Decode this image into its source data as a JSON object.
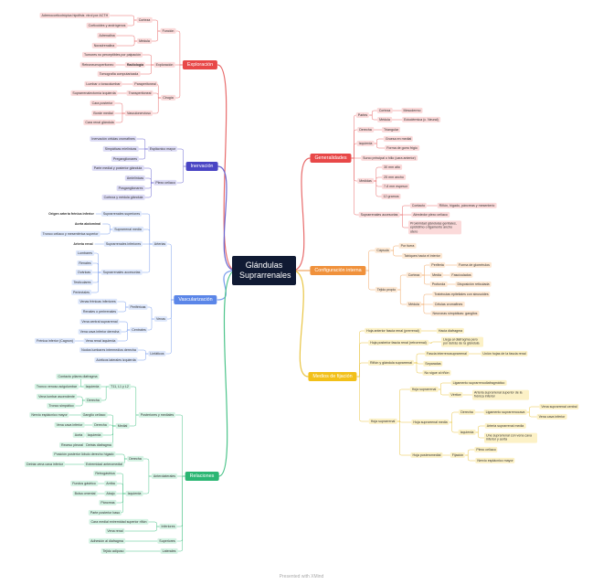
{
  "theme": {
    "root_color": "#101a33",
    "branches": {
      "red": {
        "main": "#e84848",
        "light": "#fbdada",
        "line": "#e86b6b"
      },
      "indigo": {
        "main": "#4a45c4",
        "light": "#dcdbf5",
        "line": "#6b67d0"
      },
      "blue": {
        "main": "#5b86e8",
        "light": "#dde7fb",
        "line": "#7da0ee"
      },
      "orange": {
        "main": "#f0913b",
        "light": "#fde8d3",
        "line": "#f0a766"
      },
      "yellow": {
        "main": "#f2c019",
        "light": "#fcf1c6",
        "line": "#e9c544"
      },
      "green": {
        "main": "#2bb673",
        "light": "#d4f2e3",
        "line": "#4cc48a"
      }
    }
  },
  "footer": "Presented with XMind",
  "nodes": [
    {
      "id": "root",
      "t": "Glándulas Suprarrenales",
      "type": "root"
    },
    {
      "id": "exp",
      "t": "Exploración",
      "type": "branch",
      "c": "red"
    },
    {
      "id": "fun",
      "t": "Función",
      "p": "exp",
      "c": "red"
    },
    {
      "id": "cor",
      "t": "Corteza",
      "p": "fun",
      "c": "red"
    },
    {
      "id": "cor1",
      "t": "Control por ACTH",
      "p": "cor",
      "c": "red"
    },
    {
      "id": "cor1a",
      "t": "Adrenocorticotrópica hipófisis",
      "p": "cor1",
      "c": "red"
    },
    {
      "id": "cor2",
      "t": "Corticoides y andrógenos",
      "p": "cor",
      "c": "red"
    },
    {
      "id": "med",
      "t": "Médula",
      "p": "fun",
      "c": "red"
    },
    {
      "id": "med1",
      "t": "Adrenalina",
      "p": "med",
      "c": "red"
    },
    {
      "id": "med2",
      "t": "Noradrenalina",
      "p": "med",
      "c": "red"
    },
    {
      "id": "expl",
      "t": "Exploración",
      "p": "exp",
      "c": "red"
    },
    {
      "id": "tum",
      "t": "Tumores no perceptibles por palpación",
      "p": "expl",
      "c": "red"
    },
    {
      "id": "rad",
      "t": "Radiología",
      "p": "expl",
      "c": "red",
      "bold": true
    },
    {
      "id": "retro",
      "t": "Retroneumoperitoneo",
      "p": "rad",
      "c": "red"
    },
    {
      "id": "tomo",
      "t": "Tomografía computarizada",
      "p": "expl",
      "c": "red"
    },
    {
      "id": "cir",
      "t": "Cirugía",
      "p": "exp",
      "c": "red"
    },
    {
      "id": "para",
      "t": "Paraperitoneal",
      "p": "cir",
      "c": "red"
    },
    {
      "id": "para1",
      "t": "Lumbar o toracolumbar",
      "p": "para",
      "c": "red"
    },
    {
      "id": "trans",
      "t": "Transperitoneal",
      "p": "cir",
      "c": "red"
    },
    {
      "id": "trans1",
      "t": "Suprarrenalectomía izquierda",
      "p": "trans",
      "c": "red"
    },
    {
      "id": "vasc",
      "t": "Vasculonervioso",
      "p": "cir",
      "c": "red"
    },
    {
      "id": "vasc1",
      "t": "Cara posterior",
      "p": "vasc",
      "c": "red"
    },
    {
      "id": "vasc2",
      "t": "Borde medial",
      "p": "vasc",
      "c": "red"
    },
    {
      "id": "vasc3",
      "t": "Cara renal glándula",
      "p": "vasc",
      "c": "red"
    },
    {
      "id": "inn",
      "t": "Inervación",
      "type": "branch",
      "c": "indigo"
    },
    {
      "id": "esp",
      "t": "Esplácnico mayor",
      "p": "inn",
      "c": "indigo"
    },
    {
      "id": "esp1",
      "t": "Inervación células cromafines",
      "p": "esp",
      "c": "indigo"
    },
    {
      "id": "esp2",
      "t": "Simpáticas mielínicas",
      "p": "esp",
      "c": "indigo"
    },
    {
      "id": "esp3",
      "t": "Preganglionares",
      "p": "esp",
      "c": "indigo"
    },
    {
      "id": "plx",
      "t": "Plexo celíaco",
      "p": "inn",
      "c": "indigo"
    },
    {
      "id": "plx1",
      "t": "Parte medial y posterior glándula",
      "p": "plx",
      "c": "indigo"
    },
    {
      "id": "plx2",
      "t": "Amielínicas",
      "p": "plx",
      "c": "indigo"
    },
    {
      "id": "plx3",
      "t": "Posganglionares",
      "p": "plx",
      "c": "indigo"
    },
    {
      "id": "plx4",
      "t": "Corteza y médula glándula",
      "p": "plx",
      "c": "indigo"
    },
    {
      "id": "vas",
      "t": "Vascularización",
      "type": "branch",
      "c": "blue"
    },
    {
      "id": "art",
      "t": "Arterias",
      "p": "vas",
      "c": "blue"
    },
    {
      "id": "sup",
      "t": "Suprarrenales superiores",
      "p": "art",
      "c": "blue"
    },
    {
      "id": "sup1",
      "t": "Origen arteria frénica inferior",
      "p": "sup",
      "c": "blue",
      "bold": true,
      "plain": true
    },
    {
      "id": "mid",
      "t": "Suprarrenal media",
      "p": "art",
      "c": "blue"
    },
    {
      "id": "mid1",
      "t": "Aorta abdominal",
      "p": "mid",
      "c": "blue",
      "bold": true,
      "plain": true
    },
    {
      "id": "mid2",
      "t": "Tronco celíaco y mesentérica superior",
      "p": "mid",
      "c": "blue"
    },
    {
      "id": "inf",
      "t": "Suprarrenales inferiores",
      "p": "art",
      "c": "blue"
    },
    {
      "id": "inf1",
      "t": "Arteria renal",
      "p": "inf",
      "c": "blue",
      "bold": true,
      "plain": true
    },
    {
      "id": "acc",
      "t": "Suprarrenales accesorias",
      "p": "art",
      "c": "blue"
    },
    {
      "id": "acc1",
      "t": "Lumbares",
      "p": "acc",
      "c": "blue"
    },
    {
      "id": "acc2",
      "t": "Renales",
      "p": "acc",
      "c": "blue"
    },
    {
      "id": "acc3",
      "t": "Ováricas",
      "p": "acc",
      "c": "blue"
    },
    {
      "id": "acc4",
      "t": "Testiculares",
      "p": "acc",
      "c": "blue"
    },
    {
      "id": "acc5",
      "t": "Periméales",
      "p": "acc",
      "c": "blue"
    },
    {
      "id": "ven",
      "t": "Venas",
      "p": "vas",
      "c": "blue"
    },
    {
      "id": "per",
      "t": "Periféricas",
      "p": "ven",
      "c": "blue"
    },
    {
      "id": "per1",
      "t": "Venas frénicas inferiores",
      "p": "per",
      "c": "blue"
    },
    {
      "id": "per2",
      "t": "Renales o perirrenales",
      "p": "per",
      "c": "blue"
    },
    {
      "id": "cen",
      "t": "Centrales",
      "p": "ven",
      "c": "blue"
    },
    {
      "id": "cen1",
      "t": "Vena central suprarrenal",
      "p": "cen",
      "c": "blue"
    },
    {
      "id": "cen2",
      "t": "Vena cava inferior derecha",
      "p": "cen",
      "c": "blue"
    },
    {
      "id": "cen3",
      "t": "Vena renal izquierda",
      "p": "cen",
      "c": "blue"
    },
    {
      "id": "cen3a",
      "t": "Frénica inferior (Cagnon)",
      "p": "cen3",
      "c": "blue"
    },
    {
      "id": "lin",
      "t": "Linfáticos",
      "p": "vas",
      "c": "blue"
    },
    {
      "id": "lin1",
      "t": "Nodos lumbares intermedios derecha",
      "p": "lin",
      "c": "blue"
    },
    {
      "id": "lin2",
      "t": "Aórticos laterales izquierda",
      "p": "lin",
      "c": "blue"
    },
    {
      "id": "rel",
      "t": "Relaciones",
      "type": "branch",
      "c": "green"
    },
    {
      "id": "post",
      "t": "Posteriores y mediales",
      "p": "rel",
      "c": "green"
    },
    {
      "id": "t11",
      "t": "T11, L1 y L2",
      "p": "post",
      "c": "green"
    },
    {
      "id": "izq1",
      "t": "Izquierda",
      "p": "t11",
      "c": "green"
    },
    {
      "id": "izq1a",
      "t": "Contacto pilares diafragma",
      "p": "izq1",
      "c": "green"
    },
    {
      "id": "izq1b",
      "t": "Tronco venoso acigolumbar",
      "p": "izq1",
      "c": "green"
    },
    {
      "id": "der1",
      "t": "Derecha",
      "p": "t11",
      "c": "green"
    },
    {
      "id": "der1a",
      "t": "Vena lumbar ascendente",
      "p": "der1",
      "c": "green"
    },
    {
      "id": "der1b",
      "t": "Tronco simpático",
      "p": "der1",
      "c": "green"
    },
    {
      "id": "medi",
      "t": "Medial",
      "p": "post",
      "c": "green"
    },
    {
      "id": "gan",
      "t": "Ganglio celíaco",
      "p": "medi",
      "c": "green"
    },
    {
      "id": "gan1",
      "t": "Nervio esplácnico mayor",
      "p": "gan",
      "c": "green"
    },
    {
      "id": "der2",
      "t": "Derecha",
      "p": "medi",
      "c": "green"
    },
    {
      "id": "der2a",
      "t": "Vena cava inferior",
      "p": "der2",
      "c": "green"
    },
    {
      "id": "izq2",
      "t": "Izquierda",
      "p": "medi",
      "c": "green"
    },
    {
      "id": "izq2a",
      "t": "Aorta",
      "p": "izq2",
      "c": "green"
    },
    {
      "id": "dd",
      "t": "Detrás diafragma",
      "p": "medi",
      "c": "green"
    },
    {
      "id": "dd1",
      "t": "Receso pleural",
      "p": "dd",
      "c": "green"
    },
    {
      "id": "ant",
      "t": "Anterolaterales",
      "p": "rel",
      "c": "green"
    },
    {
      "id": "der3",
      "t": "Derecha",
      "p": "ant",
      "c": "green"
    },
    {
      "id": "der3a",
      "t": "Posición posterior lóbulo derecho hígado",
      "p": "der3",
      "c": "green"
    },
    {
      "id": "ext",
      "t": "Extremidad anteromedial",
      "p": "der3",
      "c": "green"
    },
    {
      "id": "ext1",
      "t": "Detrás vena cava inferior",
      "p": "ext",
      "c": "green"
    },
    {
      "id": "izq3",
      "t": "Izquierda",
      "p": "ant",
      "c": "green"
    },
    {
      "id": "ret",
      "t": "Retrogástrica",
      "p": "izq3",
      "c": "green"
    },
    {
      "id": "arr",
      "t": "Arriba",
      "p": "izq3",
      "c": "green"
    },
    {
      "id": "arr1",
      "t": "Fundus gástrico",
      "p": "arr",
      "c": "green"
    },
    {
      "id": "aba",
      "t": "Abajo",
      "p": "izq3",
      "c": "green"
    },
    {
      "id": "aba1",
      "t": "Bolsa omental",
      "p": "aba",
      "c": "green"
    },
    {
      "id": "pan",
      "t": "Páncreas",
      "p": "izq3",
      "c": "green"
    },
    {
      "id": "pan2",
      "t": "Parte posterior baso",
      "p": "izq3",
      "c": "green"
    },
    {
      "id": "infr",
      "t": "Inferiores",
      "p": "rel",
      "c": "green"
    },
    {
      "id": "infr1",
      "t": "Cara medial extremidad superior riñón",
      "p": "infr",
      "c": "green"
    },
    {
      "id": "infr2",
      "t": "Vena renal",
      "p": "infr",
      "c": "green"
    },
    {
      "id": "supr",
      "t": "Superiores",
      "p": "rel",
      "c": "green"
    },
    {
      "id": "supr1",
      "t": "Adhesión al diafragma",
      "p": "supr",
      "c": "green"
    },
    {
      "id": "lat",
      "t": "Laterales",
      "p": "rel",
      "c": "green"
    },
    {
      "id": "lat1",
      "t": "Tejido adiposo",
      "p": "lat",
      "c": "green"
    },
    {
      "id": "gen",
      "t": "Generalidades",
      "type": "branch",
      "c": "red"
    },
    {
      "id": "par",
      "t": "Partes",
      "p": "gen",
      "c": "red"
    },
    {
      "id": "par1",
      "t": "Corteza",
      "p": "par",
      "c": "red"
    },
    {
      "id": "par1a",
      "t": "Mesodermo",
      "p": "par1",
      "c": "red"
    },
    {
      "id": "par2",
      "t": "Médula",
      "p": "par",
      "c": "red"
    },
    {
      "id": "par2a",
      "t": "Ectodérmica (c. Neural)",
      "p": "par2",
      "c": "red"
    },
    {
      "id": "dch",
      "t": "Derecha",
      "p": "gen",
      "c": "red"
    },
    {
      "id": "dch1",
      "t": "Triangular",
      "p": "dch",
      "c": "red"
    },
    {
      "id": "izqg",
      "t": "Izquierda",
      "p": "gen",
      "c": "red"
    },
    {
      "id": "izqg1",
      "t": "Gruesa en medial",
      "p": "izqg",
      "c": "red"
    },
    {
      "id": "izqg2",
      "t": "Forma de gorro frigio",
      "p": "izqg",
      "c": "red"
    },
    {
      "id": "sur",
      "t": "Surco principal o hilio (cara anterior)",
      "p": "gen",
      "c": "red"
    },
    {
      "id": "mdd",
      "t": "Medidas",
      "p": "gen",
      "c": "red"
    },
    {
      "id": "mdd1",
      "t": "30 mm alto",
      "p": "mdd",
      "c": "red"
    },
    {
      "id": "mdd2",
      "t": "25 mm ancho",
      "p": "mdd",
      "c": "red"
    },
    {
      "id": "mdd3",
      "t": "7-8 mm espesor",
      "p": "mdd",
      "c": "red"
    },
    {
      "id": "mdd4",
      "t": "12 gramos",
      "p": "mdd",
      "c": "red"
    },
    {
      "id": "sacc",
      "t": "Suprarrenales accesorias",
      "p": "gen",
      "c": "red"
    },
    {
      "id": "cont",
      "t": "Contacto",
      "p": "sacc",
      "c": "red"
    },
    {
      "id": "cont1",
      "t": "Riñón, hígado, páncreas y mesenterio",
      "p": "cont",
      "c": "red"
    },
    {
      "id": "alr",
      "t": "Alrededor plexo celíaco",
      "p": "sacc",
      "c": "red"
    },
    {
      "id": "prox",
      "t": "Proximidad glándulas genitales, epidídimo o ligamento ancho útero",
      "p": "sacc",
      "c": "red",
      "multi": true,
      "w": 58
    },
    {
      "id": "cfg",
      "t": "Configuración interna",
      "type": "branch",
      "c": "orange"
    },
    {
      "id": "cap",
      "t": "Cápsula",
      "p": "cfg",
      "c": "orange"
    },
    {
      "id": "cap1",
      "t": "Por fuera",
      "p": "cap",
      "c": "orange"
    },
    {
      "id": "cap2",
      "t": "Tabiques hacia el interior",
      "p": "cap",
      "c": "orange"
    },
    {
      "id": "tej",
      "t": "Tejido propio",
      "p": "cfg",
      "c": "orange"
    },
    {
      "id": "ctz",
      "t": "Corteza",
      "p": "tej",
      "c": "orange"
    },
    {
      "id": "ctz1",
      "t": "Periferia",
      "p": "ctz",
      "c": "orange"
    },
    {
      "id": "ctz1a",
      "t": "Forma de glomérulos",
      "p": "ctz1",
      "c": "orange"
    },
    {
      "id": "ctz2",
      "t": "Media",
      "p": "ctz",
      "c": "orange"
    },
    {
      "id": "ctz2a",
      "t": "Fascículados",
      "p": "ctz2",
      "c": "orange"
    },
    {
      "id": "ctz3",
      "t": "Profunda",
      "p": "ctz",
      "c": "orange"
    },
    {
      "id": "ctz3a",
      "t": "Disposición reticulada",
      "p": "ctz3",
      "c": "orange"
    },
    {
      "id": "mdl",
      "t": "Médula",
      "p": "tej",
      "c": "orange"
    },
    {
      "id": "mdl1",
      "t": "Trabéculas epiteliales con sinusoides",
      "p": "mdl",
      "c": "orange"
    },
    {
      "id": "mdl2",
      "t": "Células cromafines",
      "p": "mdl",
      "c": "orange"
    },
    {
      "id": "mdl3",
      "t": "Neuronas simpáticas: ganglios",
      "p": "mdl",
      "c": "orange"
    },
    {
      "id": "fij",
      "t": "Medios de fijación",
      "type": "branch",
      "c": "yellow"
    },
    {
      "id": "hac",
      "t": "Hoja anterior fascia renal (prerrenal)",
      "p": "fij",
      "c": "yellow"
    },
    {
      "id": "hac1",
      "t": "Hacia diafragma",
      "p": "hac",
      "c": "yellow"
    },
    {
      "id": "hpo",
      "t": "Hoja posterior fascia renal (retrorrenal)",
      "p": "fij",
      "c": "yellow"
    },
    {
      "id": "hpo1",
      "t": "Llega al diafragma pero por detrás de la glándula",
      "p": "hpo",
      "c": "yellow",
      "multi": true,
      "w": 46
    },
    {
      "id": "rin",
      "t": "Riñón y glándula suprarrenal",
      "p": "fij",
      "c": "yellow"
    },
    {
      "id": "rin1",
      "t": "Fascia interrenosuprarrenal",
      "p": "rin",
      "c": "yellow"
    },
    {
      "id": "rin1a",
      "t": "Unión hojas de la fascia renal",
      "p": "rin1",
      "c": "yellow"
    },
    {
      "id": "rin2",
      "t": "Separadas",
      "p": "rin",
      "c": "yellow"
    },
    {
      "id": "rin3",
      "t": "No sigue al riñón",
      "p": "rin",
      "c": "yellow"
    },
    {
      "id": "hsr",
      "t": "Hoja suprarrenal",
      "p": "fij",
      "c": "yellow"
    },
    {
      "id": "hsup",
      "t": "Hoja suprarrenal",
      "p": "hsr",
      "c": "yellow"
    },
    {
      "id": "hsup1",
      "t": "Ligamento suprarrenodiafragmático",
      "p": "hsup",
      "c": "yellow"
    },
    {
      "id": "vert",
      "t": "Vértice",
      "p": "hsup",
      "c": "yellow"
    },
    {
      "id": "vert1",
      "t": "Arteria suprarrenal superior de la frénica inferior",
      "p": "vert",
      "c": "yellow",
      "multi": true,
      "w": 62
    },
    {
      "id": "hmed",
      "t": "Hoja suprarrenal media",
      "p": "hsr",
      "c": "yellow"
    },
    {
      "id": "hder",
      "t": "Derecha",
      "p": "hmed",
      "c": "yellow"
    },
    {
      "id": "lig",
      "t": "Ligamento suprarrenocava",
      "p": "hder",
      "c": "yellow"
    },
    {
      "id": "lig1",
      "t": "Vena suprarrenal central",
      "p": "lig",
      "c": "yellow"
    },
    {
      "id": "lig2",
      "t": "Vena cava inferior",
      "p": "lig",
      "c": "yellow"
    },
    {
      "id": "hizq",
      "t": "Izquierda",
      "p": "hmed",
      "c": "yellow"
    },
    {
      "id": "hizq1",
      "t": "Arteria suprarrenal media",
      "p": "hizq",
      "c": "yellow"
    },
    {
      "id": "hizq2",
      "t": "Une suprarrenal con vena cava inferior y aorta",
      "p": "hizq",
      "c": "yellow",
      "multi": true,
      "w": 58
    },
    {
      "id": "hpm",
      "t": "Hoja posteromedial",
      "p": "hsr",
      "c": "yellow"
    },
    {
      "id": "fja",
      "t": "Fijación",
      "p": "hpm",
      "c": "yellow"
    },
    {
      "id": "fja1",
      "t": "Plexo celíaco",
      "p": "fja",
      "c": "yellow"
    },
    {
      "id": "fja2",
      "t": "Nervio esplácnico mayor",
      "p": "fja",
      "c": "yellow"
    }
  ]
}
